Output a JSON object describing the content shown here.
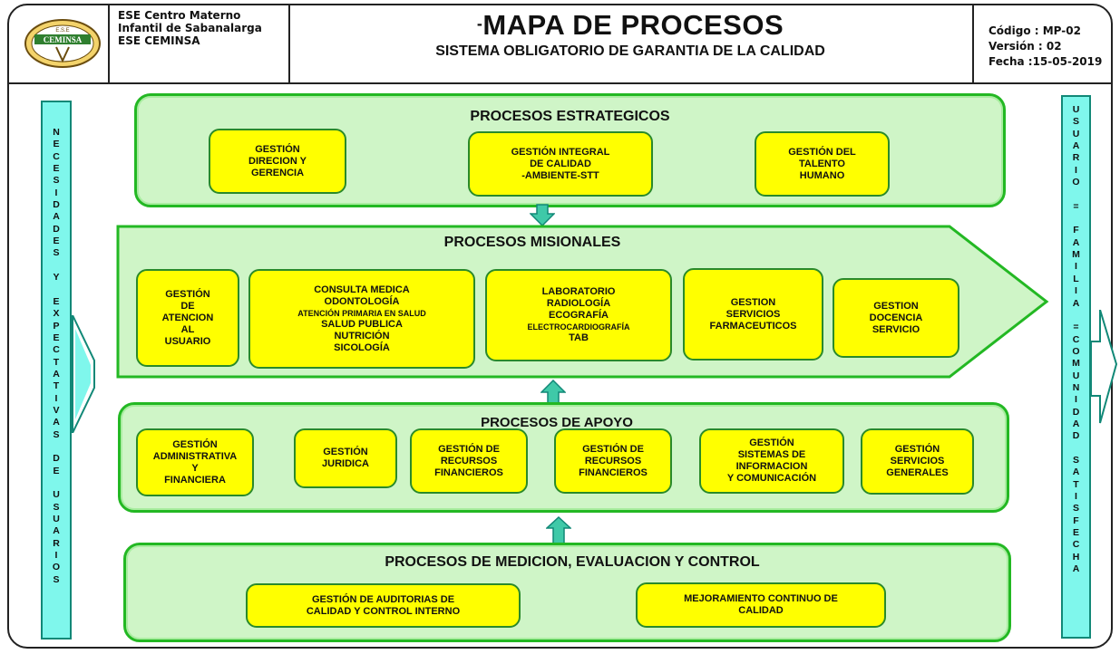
{
  "header": {
    "logo_text": "CEMINSA",
    "logo_small": "E.S.E",
    "org_lines": [
      "ESE Centro Materno",
      "Infantil de Sabanalarga",
      "ESE CEMINSA"
    ],
    "title_prefix": "-",
    "title": "MAPA DE PROCESOS",
    "subtitle": "SISTEMA OBLIGATORIO DE GARANTIA DE LA CALIDAD",
    "codigo": "Código : MP-02",
    "version": "Versión : 02",
    "fecha": "Fecha :15-05-2019"
  },
  "left_bar": {
    "letters": [
      "N",
      "E",
      "C",
      "E",
      "S",
      "I",
      "D",
      "A",
      "D",
      "E",
      "S",
      "",
      "Y",
      "",
      "E",
      "X",
      "P",
      "E",
      "C",
      "T",
      "A",
      "T",
      "I",
      "V",
      "A",
      "S",
      "",
      "D",
      "E",
      "",
      "U",
      "S",
      "U",
      "A",
      "R",
      "I",
      "O",
      "S"
    ]
  },
  "right_bar": {
    "letters": [
      "U",
      "S",
      "U",
      "A",
      "R",
      "I",
      "O",
      "",
      "=",
      "",
      "F",
      "A",
      "M",
      "I",
      "L",
      "I",
      "A",
      "",
      "=",
      "C",
      "O",
      "M",
      "U",
      "N",
      "I",
      "D",
      "A",
      "D",
      "",
      "S",
      "A",
      "T",
      "I",
      "S",
      "F",
      "E",
      "C",
      "H",
      "A"
    ]
  },
  "estrategicos": {
    "title": "PROCESOS ESTRATEGICOS",
    "boxes": [
      {
        "lines": [
          "GESTIÓN",
          "DIRECION Y",
          "GERENCIA"
        ]
      },
      {
        "lines": [
          "GESTIÓN INTEGRAL",
          "DE CALIDAD",
          "-AMBIENTE-STT"
        ]
      },
      {
        "lines": [
          "GESTIÓN DEL",
          "TALENTO",
          "HUMANO"
        ]
      }
    ]
  },
  "misionales": {
    "title": "PROCESOS MISIONALES",
    "boxes": [
      {
        "lines": [
          "GESTIÓN",
          "DE",
          "ATENCION",
          "AL",
          "USUARIO"
        ]
      },
      {
        "lines": [
          "CONSULTA MEDICA",
          "ODONTOLOGÍA",
          "ATENCIÓN  PRIMARIA EN SALUD",
          "SALUD PUBLICA",
          "NUTRICIÓN",
          "SICOLOGÍA"
        ]
      },
      {
        "lines": [
          "LABORATORIO",
          "RADIOLOGÍA",
          "ECOGRAFÍA",
          "ELECTROCARDIOGRAFÍA",
          "TAB"
        ]
      },
      {
        "lines": [
          "GESTION",
          "SERVICIOS",
          "FARMACEUTICOS"
        ]
      },
      {
        "lines": [
          "GESTION",
          "DOCENCIA",
          "SERVICIO"
        ]
      }
    ]
  },
  "apoyo": {
    "title": "PROCESOS  DE APOYO",
    "boxes": [
      {
        "lines": [
          "GESTIÓN",
          "ADMINISTRATIVA",
          "Y",
          "FINANCIERA"
        ]
      },
      {
        "lines": [
          "GESTIÓN",
          "JURIDICA"
        ]
      },
      {
        "lines": [
          "GESTIÓN  DE",
          "RECURSOS",
          "FINANCIEROS"
        ]
      },
      {
        "lines": [
          "GESTIÓN  DE",
          "RECURSOS",
          "FINANCIEROS"
        ]
      },
      {
        "lines": [
          "GESTIÓN",
          "SISTEMAS DE",
          "INFORMACION",
          "Y COMUNICACIÓN"
        ]
      },
      {
        "lines": [
          "GESTIÓN",
          "SERVICIOS",
          "GENERALES"
        ]
      }
    ]
  },
  "medicion": {
    "title": "PROCESOS  DE MEDICION, EVALUACION Y CONTROL",
    "boxes": [
      {
        "lines": [
          "GESTIÓN  DE AUDITORIAS DE",
          "CALIDAD Y CONTROL INTERNO"
        ]
      },
      {
        "lines": [
          "MEJORAMIENTO CONTINUO  DE",
          "CALIDAD"
        ]
      }
    ]
  },
  "colors": {
    "section_fill": "#cff5c7",
    "section_border": "#23b823",
    "box_fill": "#ffff00",
    "box_border": "#2a8a2a",
    "sidebar_fill": "#7ff7ec",
    "arrow_fill": "#3fc9a8"
  }
}
